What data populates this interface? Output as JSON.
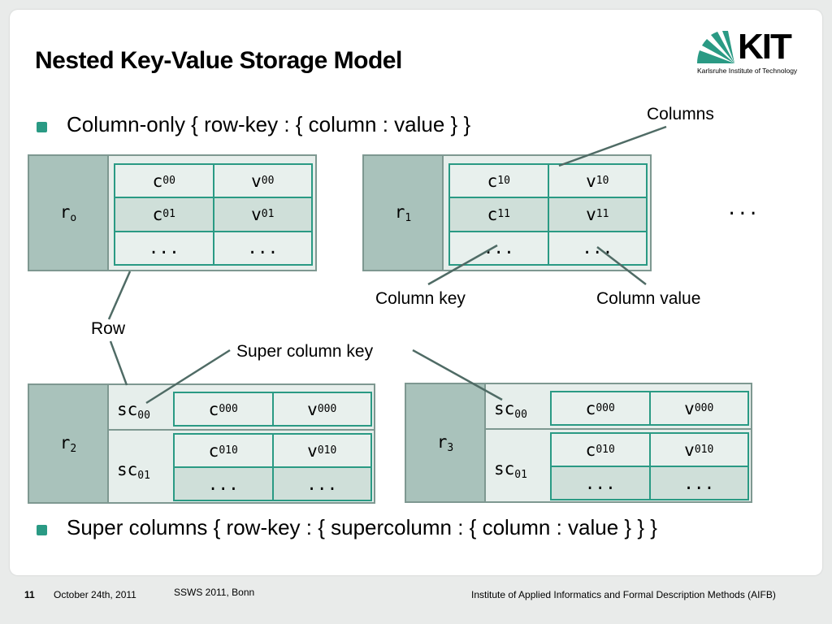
{
  "title": "Nested Key-Value Storage Model",
  "logo": {
    "text": "KIT",
    "subtitle": "Karlsruhe Institute of Technology"
  },
  "bullets": [
    "Column-only { row-key : { column : value } }",
    "Super columns { row-key : { supercolumn : { column : value } } }"
  ],
  "labels": {
    "columns": "Columns",
    "column_key": "Column key",
    "column_value": "Column value",
    "row": "Row",
    "super_column_key": "Super column key",
    "ellipsis": "..."
  },
  "row0": {
    "key": {
      "base": "r",
      "sub": "o"
    },
    "cells": [
      [
        {
          "base": "c",
          "sub": "00"
        },
        {
          "base": "v",
          "sub": "00"
        }
      ],
      [
        {
          "base": "c",
          "sub": "01"
        },
        {
          "base": "v",
          "sub": "01"
        }
      ],
      [
        {
          "base": "...",
          "sub": ""
        },
        {
          "base": "...",
          "sub": ""
        }
      ]
    ]
  },
  "row1": {
    "key": {
      "base": "r",
      "sub": "1"
    },
    "cells": [
      [
        {
          "base": "c",
          "sub": "10"
        },
        {
          "base": "v",
          "sub": "10"
        }
      ],
      [
        {
          "base": "c",
          "sub": "11"
        },
        {
          "base": "v",
          "sub": "11"
        }
      ],
      [
        {
          "base": "...",
          "sub": ""
        },
        {
          "base": "...",
          "sub": ""
        }
      ]
    ]
  },
  "row2": {
    "key": {
      "base": "r",
      "sub": "2"
    },
    "sc0": {
      "key": {
        "base": "sc",
        "sub": "00"
      },
      "cells": [
        [
          {
            "base": "c",
            "sub": "000"
          },
          {
            "base": "v",
            "sub": "000"
          }
        ]
      ]
    },
    "sc1": {
      "key": {
        "base": "sc",
        "sub": "01"
      },
      "cells": [
        [
          {
            "base": "c",
            "sub": "010"
          },
          {
            "base": "v",
            "sub": "010"
          }
        ],
        [
          {
            "base": "...",
            "sub": ""
          },
          {
            "base": "...",
            "sub": ""
          }
        ]
      ]
    }
  },
  "row3": {
    "key": {
      "base": "r",
      "sub": "3"
    },
    "sc0": {
      "key": {
        "base": "sc",
        "sub": "00"
      },
      "cells": [
        [
          {
            "base": "c",
            "sub": "000"
          },
          {
            "base": "v",
            "sub": "000"
          }
        ]
      ]
    },
    "sc1": {
      "key": {
        "base": "sc",
        "sub": "01"
      },
      "cells": [
        [
          {
            "base": "c",
            "sub": "010"
          },
          {
            "base": "v",
            "sub": "010"
          }
        ],
        [
          {
            "base": "...",
            "sub": ""
          },
          {
            "base": "...",
            "sub": ""
          }
        ]
      ]
    }
  },
  "footer": {
    "page": "11",
    "date": "October 24th, 2011",
    "event": "SSWS 2011, Bonn",
    "institute": "Institute of Applied Informatics and Formal Description Methods (AIFB)"
  },
  "colors": {
    "accent": "#2a9a84",
    "row_key_bg": "#a9c2bb",
    "cell_bg": "#e8f0ed"
  }
}
